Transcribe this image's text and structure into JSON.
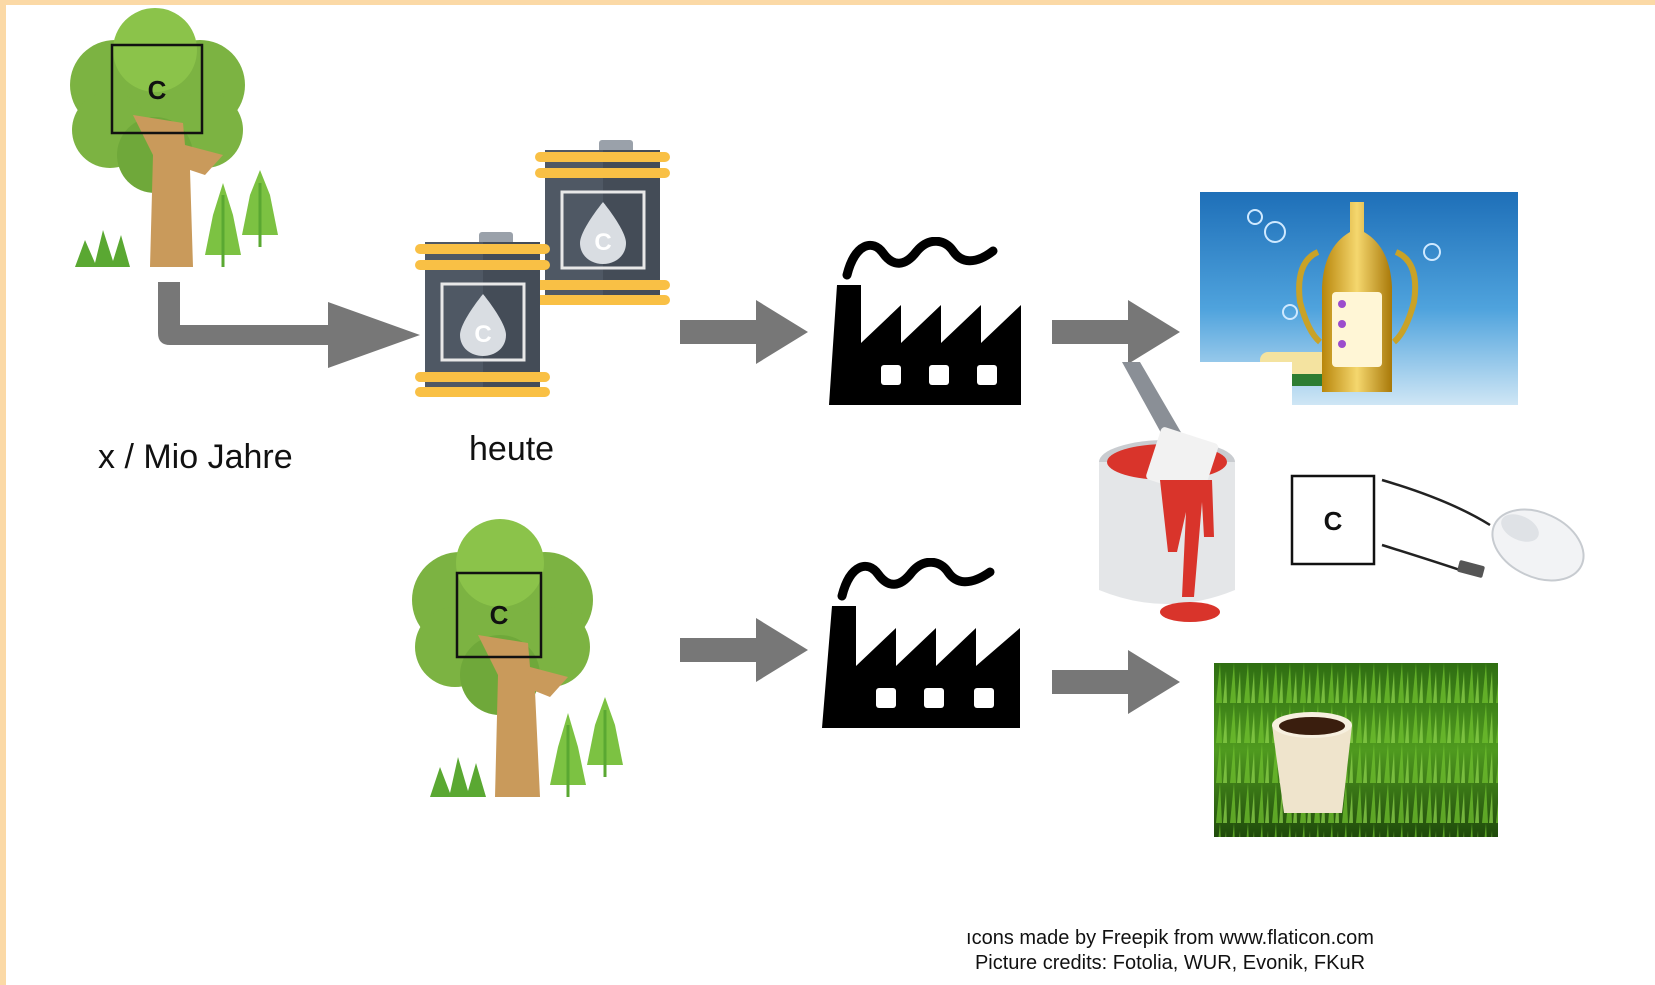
{
  "labels": {
    "past": "x / Mio Jahre",
    "today": "heute"
  },
  "carbon_symbol": "C",
  "credits": {
    "line1": "ıcons made by Freepik from www.flaticon.com",
    "line2": "Picture credits: Fotolia, WUR, Evonik, FKuR"
  },
  "icons": {
    "tree": "tree-icon",
    "barrel": "oil-barrel-icon",
    "factory": "factory-icon",
    "arrow": "arrow-icon"
  },
  "colors": {
    "arrow": "#777777",
    "tree_canopy": "#7cb342",
    "tree_trunk": "#c99a5b",
    "barrel_body": "#555e6b",
    "barrel_band": "#f9c045",
    "factory": "#000000",
    "frame": "#fbd9a6"
  }
}
